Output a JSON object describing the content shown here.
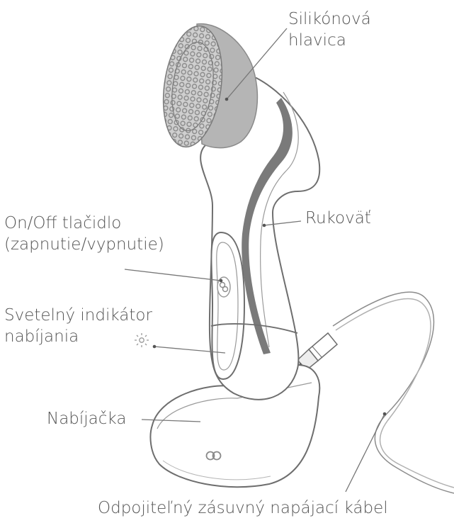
{
  "labels": {
    "silicone_head": [
      "Silikónová",
      "hlavica"
    ],
    "handle": "Rukoväť",
    "onoff_button": [
      "On/Off tlačidlo",
      "(zapnutie/vypnutie)"
    ],
    "charge_indicator": [
      "Svetelný indikátor",
      "nabíjania"
    ],
    "charger": "Nabíjačka",
    "cable": "Odpojiteľný zásuvný napájací kábel"
  },
  "colors": {
    "text": "#555555",
    "outline": "#6e6e6e",
    "head": "#b5b5b5",
    "stripe": "#7a7a7a",
    "leader": "#777777"
  },
  "icons": [
    "power-logo-icon",
    "light-indicator-icon",
    "charger-logo-icon"
  ]
}
